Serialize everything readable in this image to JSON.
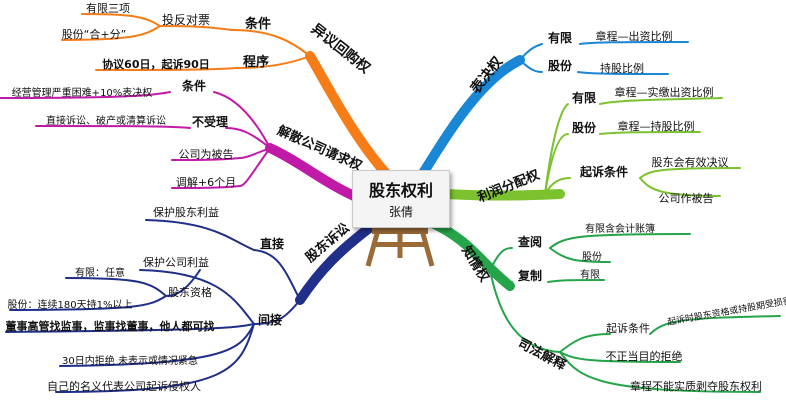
{
  "center": {
    "title": "股东权利",
    "author": "张倩"
  },
  "colors": {
    "orange": "#f57c17",
    "blue": "#1a86d6",
    "green_light": "#7cc22e",
    "green_dark": "#25a44a",
    "navy": "#1f2f8a",
    "purple": "#c21aa8",
    "easel_wood": "#9a6a37"
  },
  "branches": {
    "yiyi": {
      "label": "异议回购权",
      "tiaojian": "条件",
      "toufan": "投反对票",
      "youxian3": "有限三项",
      "gufen_hefen": "股份“合+分”",
      "chengxu": "程序",
      "xieyi": "协议60日，起诉90日"
    },
    "biaojue": {
      "label": "表决权",
      "youxian": "有限",
      "youxian_leaf": "章程—出资比例",
      "gufen": "股份",
      "gufen_leaf": "持股比例"
    },
    "lirun": {
      "label": "利润分配权",
      "youxian": "有限",
      "youxian_leaf": "章程—实缴出资比例",
      "gufen": "股份",
      "gufen_leaf": "章程—持股比例",
      "qisu": "起诉条件",
      "qisu_leaf1": "股东会有效决议",
      "qisu_leaf2": "公司作被告"
    },
    "zhiqing": {
      "label": "知情权",
      "chayue": "查阅",
      "chayue_leaf1": "有限含会计账簿",
      "chayue_leaf2": "股份",
      "fuzhi": "复制",
      "fuzhi_leaf": "有限",
      "sifa": "司法解释",
      "sifa_tiaojian": "起诉条件",
      "sifa_tiaojian_leaf": "起诉时股东资格或持股期受损害",
      "bu_zhengdang": "不正当目的拒绝",
      "zhangcheng": "章程不能实质剥夺股东权利"
    },
    "jiesan": {
      "label": "解散公司请求权",
      "tiaojian": "条件",
      "tiaojian_leaf": "经营管理严重困难+10%表决权",
      "bushouli": "不受理",
      "bushouli_leaf": "直接诉讼、破产或清算诉讼",
      "beigao": "公司为被告",
      "tiaojie": "调解+6个月"
    },
    "susong": {
      "label": "股东诉讼",
      "zhijie": "直接",
      "zhijie_leaf": "保护股东利益",
      "jianjie": "间接",
      "baohu_gongsi": "保护公司利益",
      "zige": "股东资格",
      "zige_leaf1": "有限：任意",
      "zige_leaf2": "股份：连续180天持1%以上",
      "dongshi": "董事高管找监事，监事找董事，他人都可找",
      "jujue": "30日内拒绝 未表示或情况紧急",
      "mingyi": "自己的名义代表公司起诉侵权人"
    }
  }
}
